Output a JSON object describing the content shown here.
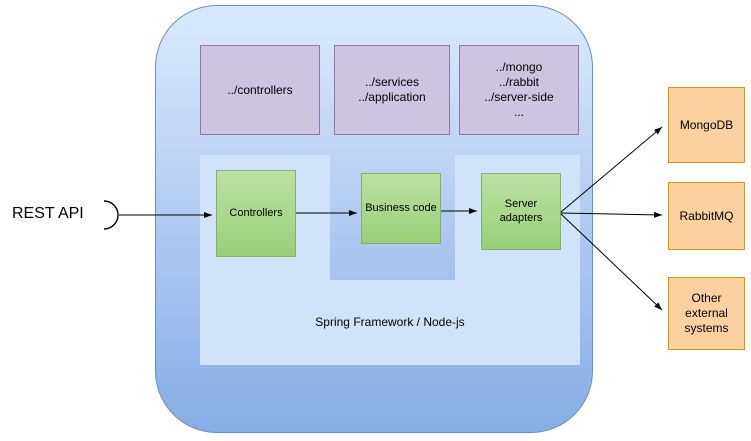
{
  "diagram": {
    "source_label": "REST API",
    "framework_container_label": "Spring Framework / Node-js",
    "code_folders": [
      {
        "label": "../controllers"
      },
      {
        "label": "../services\n../application"
      },
      {
        "label": "../mongo\n../rabbit\n../server-side\n..."
      }
    ],
    "runtime_components": [
      {
        "label": "Controllers"
      },
      {
        "label": "Business code"
      },
      {
        "label": "Server adapters"
      }
    ],
    "external_systems": [
      {
        "label": "MongoDB"
      },
      {
        "label": "RabbitMQ"
      },
      {
        "label": "Other external\nsystems"
      }
    ],
    "colors": {
      "container_gradient_top": "#dbe9fd",
      "container_gradient_bottom": "#86ade5",
      "panel_fill": "#cfe3fb",
      "folder_fill": "#ccc4e0",
      "folder_stroke": "#9673a6",
      "component_fill": "#97d077",
      "component_stroke": "#82b366",
      "external_fill": "#fbd1a0",
      "external_stroke": "#d79b00",
      "arrow": "#000000"
    }
  }
}
